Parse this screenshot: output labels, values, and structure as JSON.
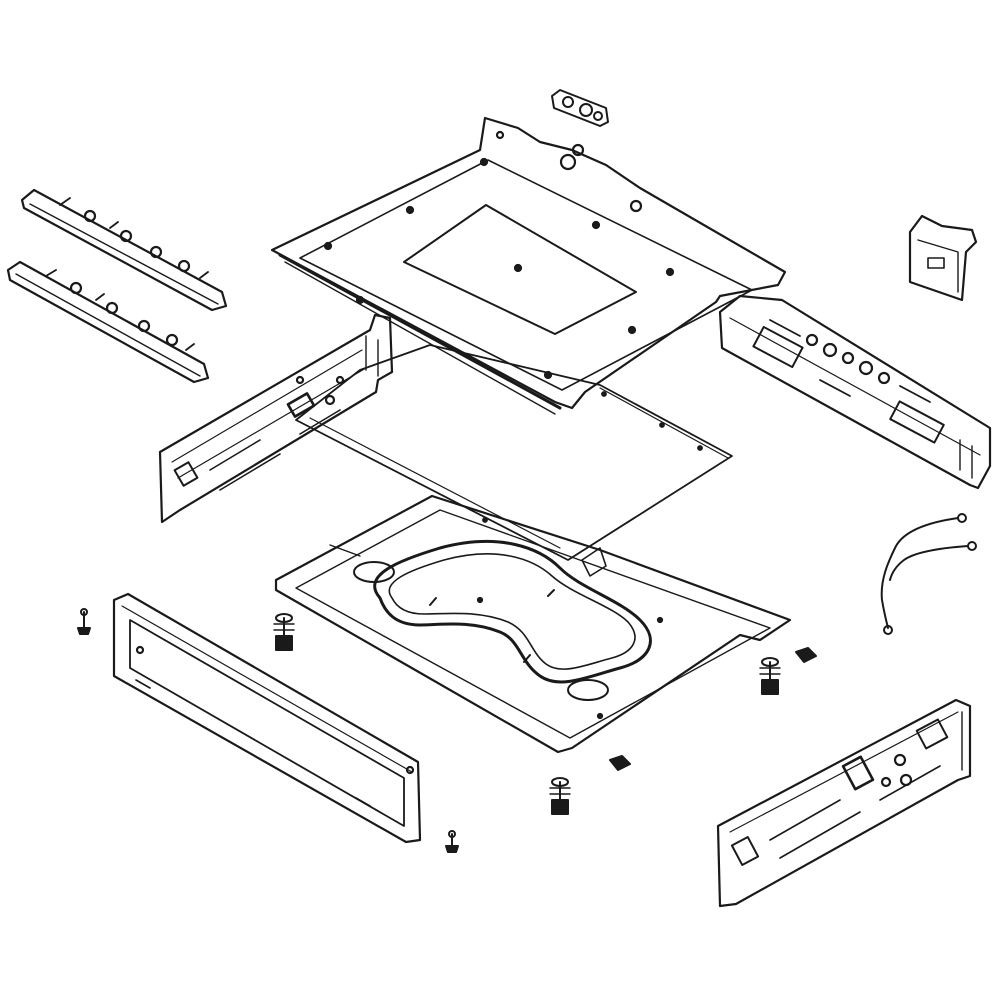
{
  "diagram": {
    "background": "#ffffff",
    "line_color": "#1a1a1a",
    "parts": [
      {
        "id": "top-panel"
      },
      {
        "id": "inner-sheet"
      },
      {
        "id": "bottom-pan"
      },
      {
        "id": "left-side-panel"
      },
      {
        "id": "right-side-panel"
      },
      {
        "id": "rail-upper"
      },
      {
        "id": "rail-lower"
      },
      {
        "id": "front-frame"
      },
      {
        "id": "rear-bracket"
      },
      {
        "id": "gasket"
      },
      {
        "id": "right-lower-panel"
      },
      {
        "id": "wire-harness"
      },
      {
        "id": "leveling-foot",
        "count": 3
      },
      {
        "id": "small-screw",
        "count": 2
      },
      {
        "id": "clip",
        "count": 2
      }
    ]
  }
}
